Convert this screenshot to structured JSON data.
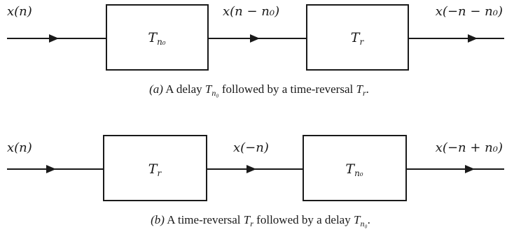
{
  "diagram_a": {
    "input_label": "x(n)",
    "mid_label": "x(n − n₀)",
    "output_label": "x(−n − n₀)",
    "block1": {
      "symbol": "T",
      "sub": "n₀"
    },
    "block2": {
      "symbol": "T",
      "sub": "r"
    },
    "caption": {
      "tag": "(a)",
      "part1": " A delay ",
      "sym1": "T",
      "sub1": "n₀",
      "part2": " followed by a time-reversal ",
      "sym2": "T",
      "sub2": "r",
      "end": "."
    }
  },
  "diagram_b": {
    "input_label": "x(n)",
    "mid_label": "x(−n)",
    "output_label": "x(−n + n₀)",
    "block1": {
      "symbol": "T",
      "sub": "r"
    },
    "block2": {
      "symbol": "T",
      "sub": "n₀"
    },
    "caption": {
      "tag": "(b)",
      "part1": " A time-reversal ",
      "sym1": "T",
      "sub1": "r",
      "part2": " followed by a delay ",
      "sym2": "T",
      "sub2": "n₀",
      "end": "."
    }
  }
}
